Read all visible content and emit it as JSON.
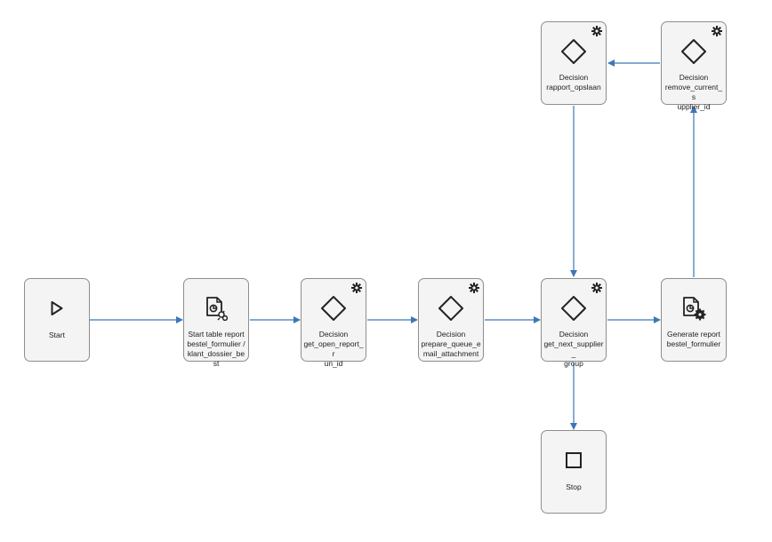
{
  "colors": {
    "connector": "#3a78b5",
    "node_fill": "#f4f4f4",
    "node_border": "#8e8e8e",
    "icon": "#222222"
  },
  "nodes": {
    "start": {
      "lines": [
        "Start"
      ],
      "icon": "play-triangle-icon"
    },
    "start_table": {
      "lines": [
        "Start table report",
        "bestel_formulier /",
        "klant_dossier_best"
      ],
      "icon": "report-link-icon"
    },
    "dec_open": {
      "lines": [
        "Decision",
        "get_open_report_r",
        "un_id"
      ],
      "icon": "decision-diamond-icon",
      "settings": true
    },
    "dec_queue": {
      "lines": [
        "Decision",
        "prepare_queue_e",
        "mail_attachment"
      ],
      "icon": "decision-diamond-icon",
      "settings": true
    },
    "dec_next": {
      "lines": [
        "Decision",
        "get_next_supplier_",
        "group"
      ],
      "icon": "decision-diamond-icon",
      "settings": true
    },
    "gen_report": {
      "lines": [
        "Generate report",
        "bestel_formulier"
      ],
      "icon": "report-gear-icon"
    },
    "stop": {
      "lines": [
        "Stop"
      ],
      "icon": "stop-square-icon"
    },
    "dec_rapport": {
      "lines": [
        "Decision",
        "rapport_opslaan"
      ],
      "icon": "decision-diamond-icon",
      "settings": true
    },
    "dec_remove": {
      "lines": [
        "Decision",
        "remove_current_s",
        "upplier_id"
      ],
      "icon": "decision-diamond-icon",
      "settings": true
    }
  }
}
